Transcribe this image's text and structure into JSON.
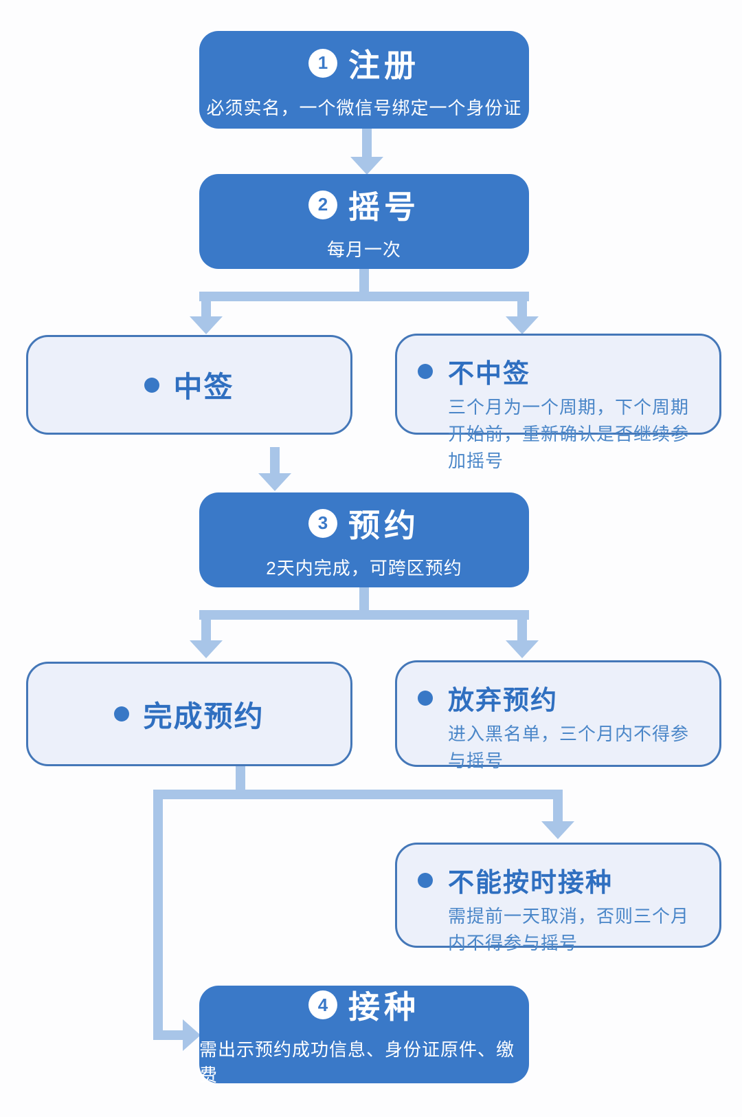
{
  "palette": {
    "step_box_bg": "#3a79c8",
    "step_box_text": "#ffffff",
    "outcome_box_bg": "#ecf0fa",
    "outcome_box_border": "#4477b8",
    "outcome_heading_text": "#2f6fc0",
    "outcome_detail_text": "#4a86c8",
    "connector": "#a8c5e8",
    "bullet": "#3878c6",
    "page_bg": "#fdfdfe"
  },
  "steps": [
    {
      "number": "1",
      "title": "注册",
      "subtitle": "必须实名，一个微信号绑定一个身份证"
    },
    {
      "number": "2",
      "title": "摇号",
      "subtitle": "每月一次"
    },
    {
      "number": "3",
      "title": "预约",
      "subtitle": "2天内完成，可跨区预约"
    },
    {
      "number": "4",
      "title": "接种",
      "subtitle": "需出示预约成功信息、身份证原件、缴费"
    }
  ],
  "outcomes": {
    "win": {
      "label": "中签"
    },
    "lose": {
      "label": "不中签",
      "detail": "三个月为一个周期，下个周期开始前，重新确认是否继续参加摇号"
    },
    "complete": {
      "label": "完成预约"
    },
    "abandon": {
      "label": "放弃预约",
      "detail": "进入黑名单，三个月内不得参与摇号"
    },
    "missed": {
      "label": "不能按时接种",
      "detail": "需提前一天取消，否则三个月内不得参与摇号"
    }
  }
}
